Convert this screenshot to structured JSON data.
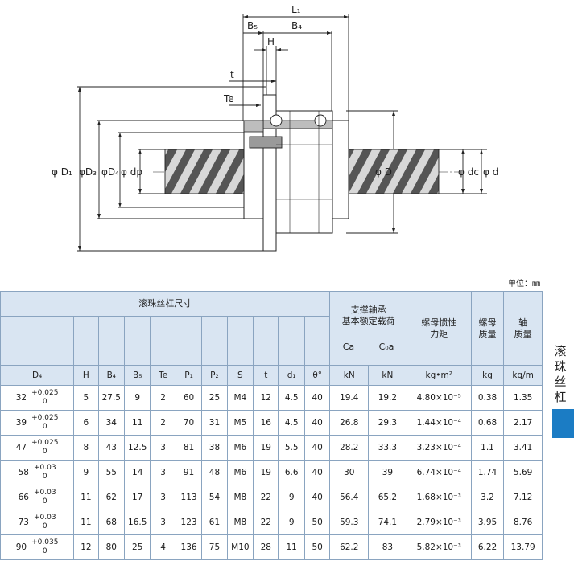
{
  "drawing": {
    "dim_L1": "L₁",
    "dim_B5": "B₅",
    "dim_B4": "B₄",
    "dim_H": "H",
    "dim_t": "t",
    "dim_Te": "Te",
    "dim_D1": "φ D₁",
    "dim_D3": "φD₃",
    "dim_D4": "φD₄",
    "dim_dp": "φ dp",
    "dim_D": "φ D",
    "dim_dc": "φ dc",
    "dim_d": "φ d"
  },
  "unit_label": "单位：㎜",
  "table": {
    "group_title": "滚珠丝杠尺寸",
    "bearing_title_1": "支撑轴承",
    "bearing_title_2": "基本额定载荷",
    "inertia_title_1": "螺母惯性",
    "inertia_title_2": "力矩",
    "nut_mass_title_1": "螺母",
    "nut_mass_title_2": "质量",
    "shaft_mass_title_1": "轴",
    "shaft_mass_title_2": "质量",
    "col_D4": "D₄",
    "col_H": "H",
    "col_B4": "B₄",
    "col_B5": "B₅",
    "col_Te": "Te",
    "col_P1": "P₁",
    "col_P2": "P₂",
    "col_S": "S",
    "col_t": "t",
    "col_d1": "d₁",
    "col_theta": "θ°",
    "col_Ca": "Ca",
    "col_C0a": "C₀a",
    "unit_Ca": "kN",
    "unit_C0a": "kN",
    "unit_inertia": "kg•m²",
    "unit_nut_mass": "kg",
    "unit_shaft_mass": "kg/m",
    "rows": [
      {
        "D4": "32",
        "tol_up": "+0.025",
        "tol_low": "0",
        "H": "5",
        "B4": "27.5",
        "B5": "9",
        "Te": "2",
        "P1": "60",
        "P2": "25",
        "S": "M4",
        "t": "12",
        "d1": "4.5",
        "theta": "40",
        "Ca": "19.4",
        "C0a": "19.2",
        "inertia": "4.80×10⁻⁵",
        "nut_mass": "0.38",
        "shaft_mass": "1.35"
      },
      {
        "D4": "39",
        "tol_up": "+0.025",
        "tol_low": "0",
        "H": "6",
        "B4": "34",
        "B5": "11",
        "Te": "2",
        "P1": "70",
        "P2": "31",
        "S": "M5",
        "t": "16",
        "d1": "4.5",
        "theta": "40",
        "Ca": "26.8",
        "C0a": "29.3",
        "inertia": "1.44×10⁻⁴",
        "nut_mass": "0.68",
        "shaft_mass": "2.17"
      },
      {
        "D4": "47",
        "tol_up": "+0.025",
        "tol_low": "0",
        "H": "8",
        "B4": "43",
        "B5": "12.5",
        "Te": "3",
        "P1": "81",
        "P2": "38",
        "S": "M6",
        "t": "19",
        "d1": "5.5",
        "theta": "40",
        "Ca": "28.2",
        "C0a": "33.3",
        "inertia": "3.23×10⁻⁴",
        "nut_mass": "1.1",
        "shaft_mass": "3.41"
      },
      {
        "D4": "58",
        "tol_up": "+0.03",
        "tol_low": "0",
        "H": "9",
        "B4": "55",
        "B5": "14",
        "Te": "3",
        "P1": "91",
        "P2": "48",
        "S": "M6",
        "t": "19",
        "d1": "6.6",
        "theta": "40",
        "Ca": "30",
        "C0a": "39",
        "inertia": "6.74×10⁻⁴",
        "nut_mass": "1.74",
        "shaft_mass": "5.69"
      },
      {
        "D4": "66",
        "tol_up": "+0.03",
        "tol_low": "0",
        "H": "11",
        "B4": "62",
        "B5": "17",
        "Te": "3",
        "P1": "113",
        "P2": "54",
        "S": "M8",
        "t": "22",
        "d1": "9",
        "theta": "40",
        "Ca": "56.4",
        "C0a": "65.2",
        "inertia": "1.68×10⁻³",
        "nut_mass": "3.2",
        "shaft_mass": "7.12"
      },
      {
        "D4": "73",
        "tol_up": "+0.03",
        "tol_low": "0",
        "H": "11",
        "B4": "68",
        "B5": "16.5",
        "Te": "3",
        "P1": "123",
        "P2": "61",
        "S": "M8",
        "t": "22",
        "d1": "9",
        "theta": "50",
        "Ca": "59.3",
        "C0a": "74.1",
        "inertia": "2.79×10⁻³",
        "nut_mass": "3.95",
        "shaft_mass": "8.76"
      },
      {
        "D4": "90",
        "tol_up": "+0.035",
        "tol_low": "0",
        "H": "12",
        "B4": "80",
        "B5": "25",
        "Te": "4",
        "P1": "136",
        "P2": "75",
        "S": "M10",
        "t": "28",
        "d1": "11",
        "theta": "50",
        "Ca": "62.2",
        "C0a": "83",
        "inertia": "5.82×10⁻³",
        "nut_mass": "6.22",
        "shaft_mass": "13.79"
      }
    ]
  },
  "side_label": "滚珠丝杠",
  "accent_color": "#1b7cc4",
  "header_fill": "#d9e5f2"
}
